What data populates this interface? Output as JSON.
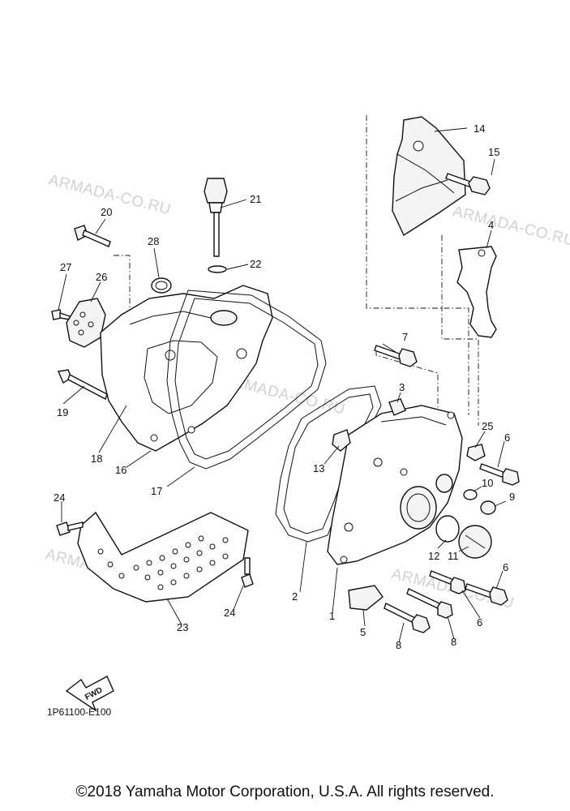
{
  "diagram": {
    "watermark": "ARMADA-CO.RU",
    "drawing_code": "1P61100-E100",
    "fwd_label": "FWD",
    "copyright": "©2018 Yamaha Motor Corporation, U.S.A. All rights reserved.",
    "callouts": {
      "c1": "1",
      "c2": "2",
      "c3": "3",
      "c4": "4",
      "c5": "5",
      "c6a": "6",
      "c6b": "6",
      "c6c": "6",
      "c7": "7",
      "c8a": "8",
      "c8b": "8",
      "c9": "9",
      "c10": "10",
      "c11": "11",
      "c12": "12",
      "c13": "13",
      "c14": "14",
      "c15": "15",
      "c16": "16",
      "c17": "17",
      "c18": "18",
      "c19": "19",
      "c20": "20",
      "c21": "21",
      "c22": "22",
      "c23": "23",
      "c24a": "24",
      "c24b": "24",
      "c25": "25",
      "c26": "26",
      "c27": "27",
      "c28": "28"
    }
  }
}
